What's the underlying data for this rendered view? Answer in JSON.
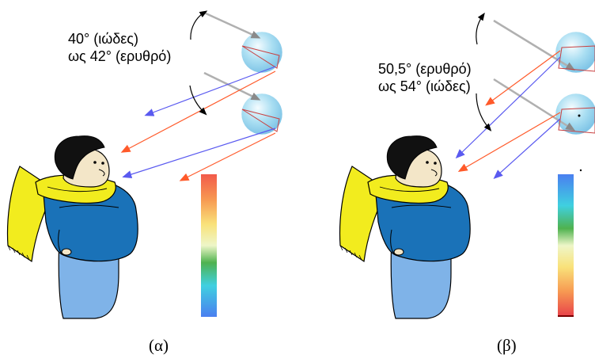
{
  "panel_a": {
    "angle_line1": "40° (ιώδες)",
    "angle_line2": "ως 42° (ερυθρό)",
    "caption": "(α)"
  },
  "panel_b": {
    "angle_line1": "50,5° (ερυθρό)",
    "angle_line2": "ως 54° (ιώδες)",
    "caption": "(β)"
  },
  "colors": {
    "red_ray": "#ff5a2a",
    "violet_ray": "#5a5af0",
    "sun_ray": "#b0b0b0",
    "drop": "#9fd8ee",
    "scarf": "#f2ec1e",
    "sweater": "#1a72b8",
    "jeans": "#7fb3e8",
    "hair": "#111111",
    "skin": "#f3e6c8"
  },
  "icons": [
    "raindrop-icon",
    "person-icon",
    "spectrum-bar-icon",
    "curved-arrow-icon"
  ]
}
